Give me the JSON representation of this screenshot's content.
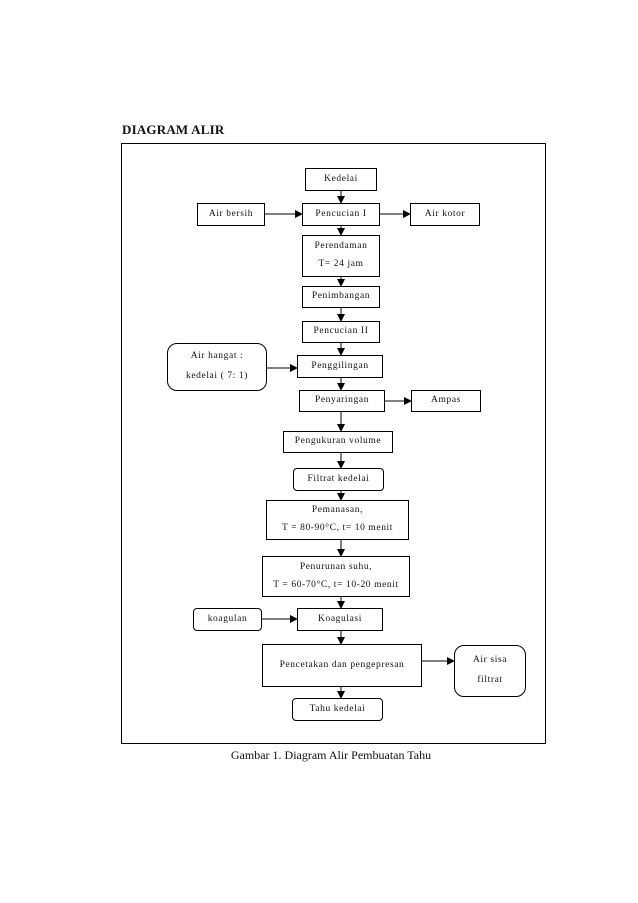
{
  "heading": "DIAGRAM ALIR",
  "nodes": {
    "kedelai": "Kedelai",
    "air_bersih": "Air bersih",
    "pencucian_1": "Pencucian I",
    "air_kotor": "Air kotor",
    "perendaman": {
      "line1": "Perendaman",
      "line2": "T= 24 jam"
    },
    "penimbangan": "Penimbangan",
    "pencucian_2": "Pencucian II",
    "air_hangat": {
      "line1": "Air hangat :",
      "line2": "kedelai ( 7: 1)"
    },
    "penggilingan": "Penggilingan",
    "penyaringan": "Penyaringan",
    "ampas": "Ampas",
    "pengukuran_volume": "Pengukuran volume",
    "filtrat_kedelai": "Filtrat kedelai",
    "pemanasan": {
      "line1": "Pemanasan,",
      "line2": "T = 80-90°C,  t= 10 menit"
    },
    "penurunan_suhu": {
      "line1": "Penurunan suhu,",
      "line2": "T = 60-70°C,  t= 10-20  menit"
    },
    "koagulan": "koagulan",
    "koagulasi": "Koagulasi",
    "pencetakan": "Pencetakan dan pengepresan",
    "air_sisa": {
      "line1": "Air sisa",
      "line2": "filtrat"
    },
    "tahu_kedelai": "Tahu kedelai"
  },
  "caption": "Gambar  1. Diagram  Alir  Pembuatan  Tahu"
}
